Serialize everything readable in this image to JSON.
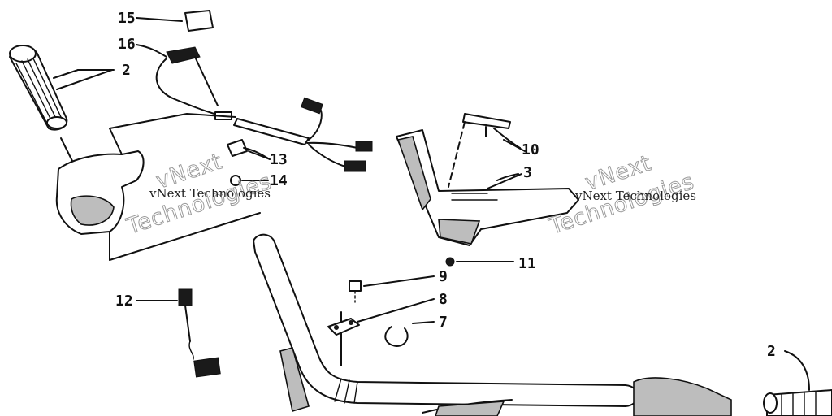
{
  "diagram": {
    "callouts": {
      "c15": "15",
      "c16": "16",
      "c2a": "2",
      "c10": "10",
      "c3": "3",
      "c13": "13",
      "c14": "14",
      "c11": "11",
      "c9": "9",
      "c8": "8",
      "c7": "7",
      "c12": "12",
      "c2b": "2"
    },
    "watermarks": {
      "left_small": "vNext Technologies",
      "left_big_1": "vNext",
      "left_big_2": "Technologies",
      "right_small": "vNext Technologies",
      "right_big_1": "vNext",
      "right_big_2": "Technologies"
    }
  }
}
